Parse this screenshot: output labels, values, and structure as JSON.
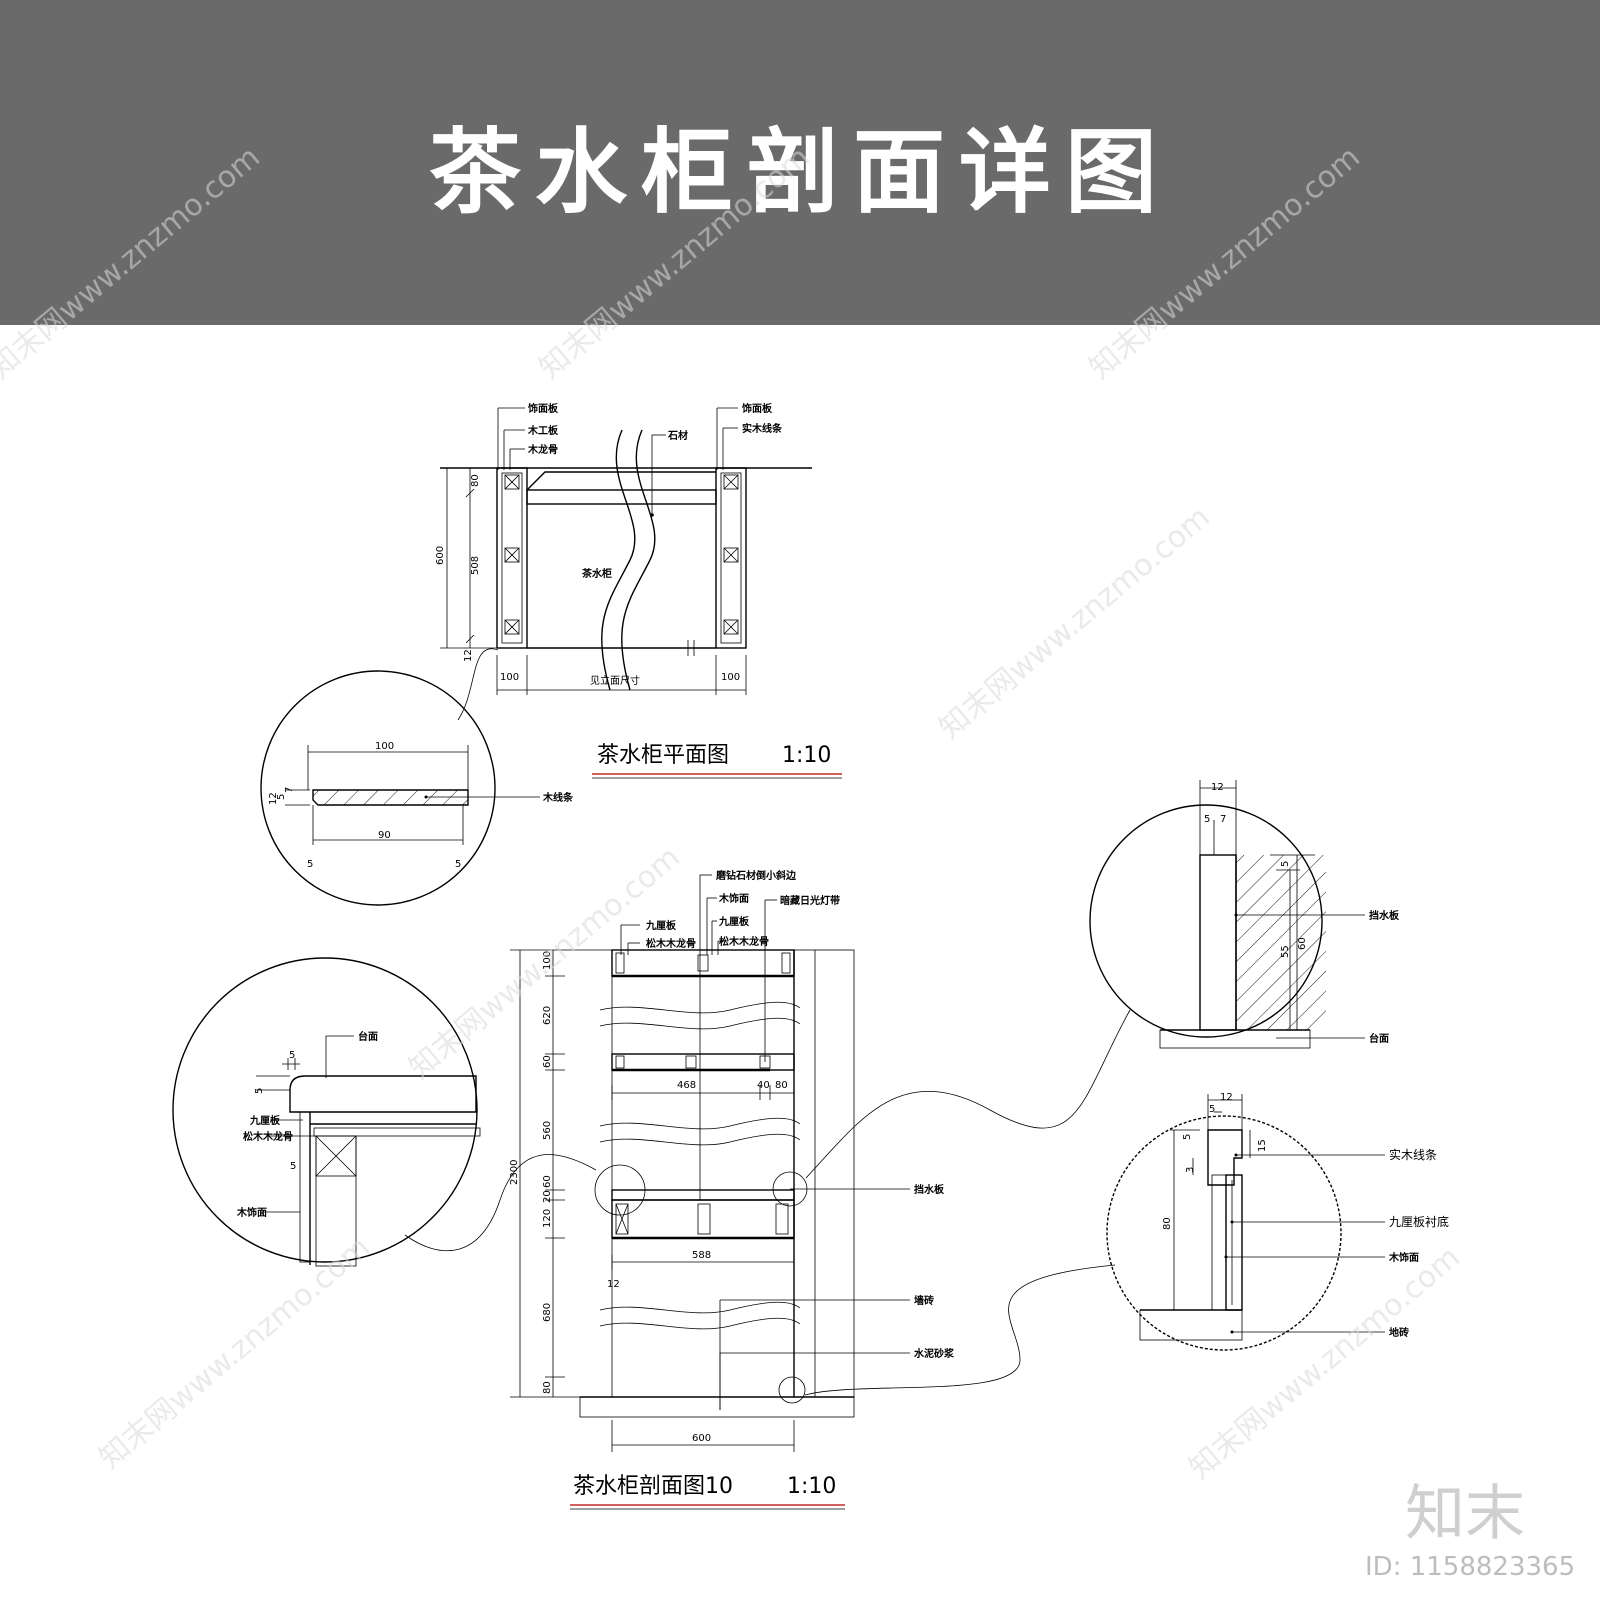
{
  "banner": {
    "title": "茶水柜剖面详图"
  },
  "plan": {
    "labels_left": [
      "饰面板",
      "木工板",
      "木龙骨"
    ],
    "labels_right": [
      "饰面板",
      "实木线条"
    ],
    "label_stone": "石材",
    "label_cabinet": "茶水柜",
    "dim_600": "600",
    "dim_508": "508",
    "dim_80": "80",
    "dim_12": "12",
    "dim_100a": "100",
    "dim_100b": "100",
    "dim_see": "见立面尺寸",
    "title": "茶水柜平面图",
    "scale": "1:10"
  },
  "detail_plan": {
    "dim_100": "100",
    "dim_90": "90",
    "dim_5a": "5",
    "dim_5b": "5",
    "dim_12": "12",
    "dim_5": "5",
    "dim_7": "7",
    "label": "木线条"
  },
  "section": {
    "labels_top": [
      "九厘板",
      "松木木龙骨",
      "木饰面",
      "九厘板",
      "松木木龙骨"
    ],
    "label_stone_edge": "磨钻石材倒小斜边",
    "label_light": "暗藏日光灯带",
    "label_splash": "挡水板",
    "label_tile": "墙砖",
    "label_mortar": "水泥砂浆",
    "dims_v": [
      "100",
      "620",
      "60",
      "560",
      "60",
      "20",
      "120",
      "680",
      "80"
    ],
    "dim_2300": "2300",
    "dim_468": "468",
    "dim_40": "40",
    "dim_80": "80",
    "dim_588": "588",
    "dim_12": "12",
    "dim_600": "600",
    "title": "茶水柜剖面图10",
    "scale": "1:10"
  },
  "detail_top": {
    "label_top": "台面",
    "label_ply": "九厘板",
    "label_keel": "松木木龙骨",
    "label_veneer": "木饰面",
    "dim_5a": "5",
    "dim_5b": "5",
    "dim_5c": "5"
  },
  "detail_splash": {
    "dim_12": "12",
    "dim_5": "5",
    "dim_7": "7",
    "dim_5b": "5",
    "dim_55": "55",
    "dim_60": "60",
    "label_splash": "挡水板",
    "label_top": "台面"
  },
  "detail_skirting": {
    "dim_12": "12",
    "dim_5": "5",
    "dim_5b": "5",
    "dim_15": "15",
    "dim_3": "3",
    "dim_80": "80",
    "label_strip": "实木线条",
    "label_ply": "九厘板衬底",
    "label_veneer": "木饰面",
    "label_tile": "地砖"
  },
  "watermark": {
    "text": "知末网www.znzmo.com",
    "logo": "知末",
    "id": "ID: 1158823365"
  }
}
